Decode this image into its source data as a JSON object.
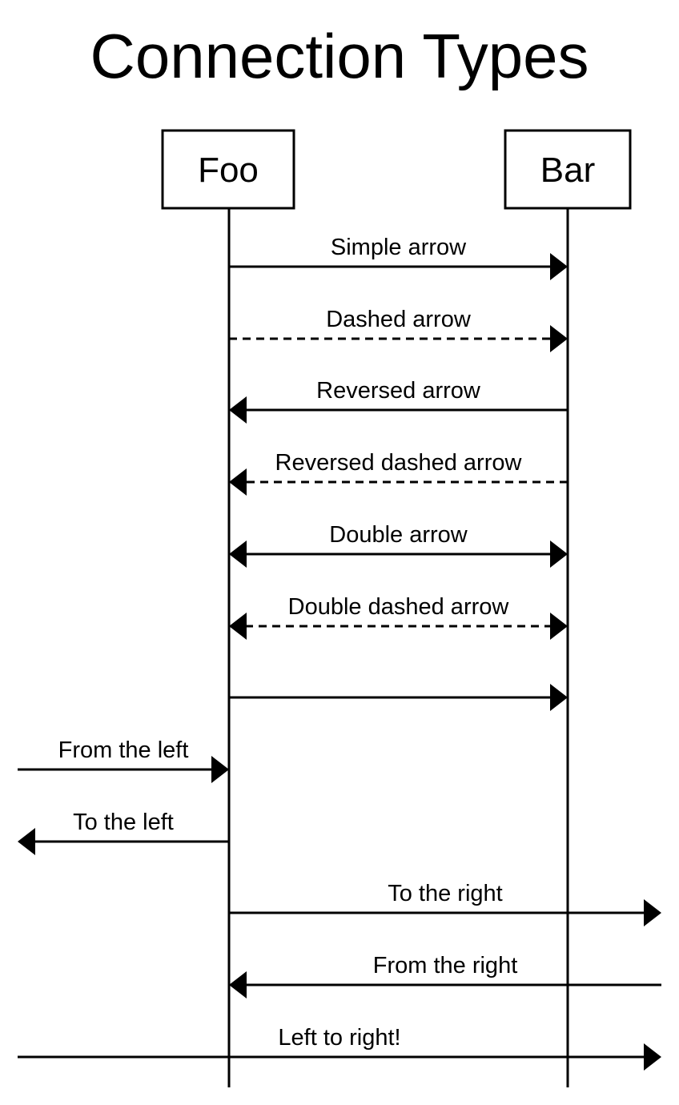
{
  "title": "Connection Types",
  "participants": [
    {
      "id": "foo",
      "label": "Foo"
    },
    {
      "id": "bar",
      "label": "Bar"
    }
  ],
  "connections": [
    {
      "label": "Simple arrow",
      "from": "foo",
      "to": "bar",
      "style": "solid",
      "heads": "end"
    },
    {
      "label": "Dashed arrow",
      "from": "foo",
      "to": "bar",
      "style": "dashed",
      "heads": "end"
    },
    {
      "label": "Reversed arrow",
      "from": "bar",
      "to": "foo",
      "style": "solid",
      "heads": "end"
    },
    {
      "label": "Reversed dashed arrow",
      "from": "bar",
      "to": "foo",
      "style": "dashed",
      "heads": "end"
    },
    {
      "label": "Double arrow",
      "from": "foo",
      "to": "bar",
      "style": "solid",
      "heads": "both"
    },
    {
      "label": "Double dashed arrow",
      "from": "foo",
      "to": "bar",
      "style": "dashed",
      "heads": "both"
    },
    {
      "label": "",
      "from": "foo",
      "to": "bar",
      "style": "solid",
      "heads": "end"
    },
    {
      "label": "From the left",
      "from": "left-edge",
      "to": "foo",
      "style": "solid",
      "heads": "end"
    },
    {
      "label": "To the left",
      "from": "foo",
      "to": "left-edge",
      "style": "solid",
      "heads": "end"
    },
    {
      "label": "To the right",
      "from": "foo",
      "to": "right-edge",
      "style": "solid",
      "heads": "end"
    },
    {
      "label": "From the right",
      "from": "right-edge",
      "to": "foo",
      "style": "solid",
      "heads": "end"
    },
    {
      "label": "Left to right!",
      "from": "left-edge",
      "to": "right-edge",
      "style": "solid",
      "heads": "end"
    }
  ],
  "colors": {
    "stroke": "#000000",
    "background": "#ffffff"
  }
}
